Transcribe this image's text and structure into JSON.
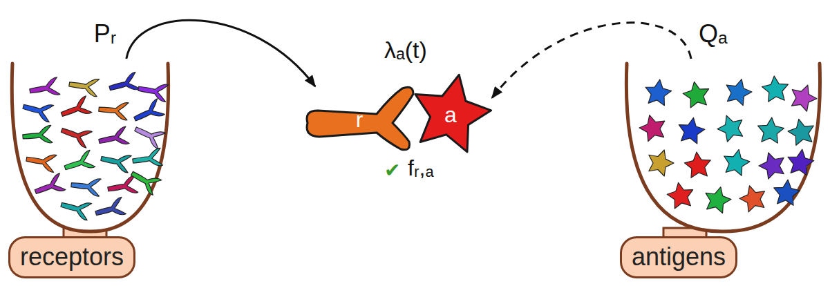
{
  "diagram": {
    "nodes": [
      {
        "text": [
          "receptors"
        ]
      },
      {
        "text": [
          "r"
        ]
      },
      {
        "text": [
          "a"
        ]
      },
      {
        "text": [
          "antigens"
        ]
      }
    ],
    "edges": [
      {
        "from": 0,
        "to": 1,
        "arrow": "to",
        "label": "Pᵣ"
      },
      {
        "from": 3,
        "to": 2,
        "arrow": "to",
        "label": "Qₐ"
      }
    ],
    "labels": [
      "λₐ(t)",
      "✔",
      "fᵣ,ₐ"
    ]
  }
}
